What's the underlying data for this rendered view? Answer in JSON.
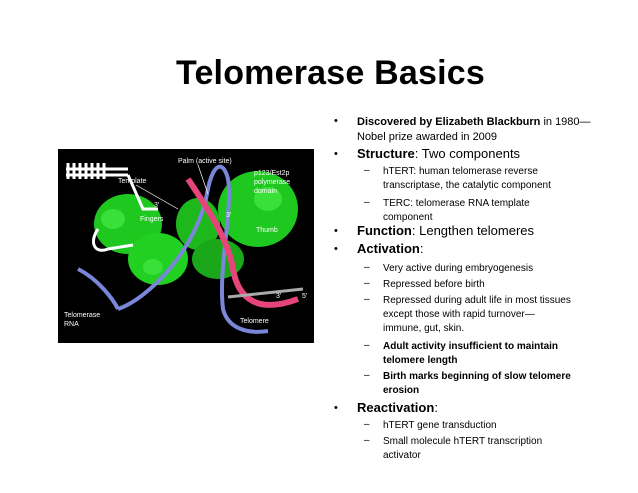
{
  "title": "Telomerase Basics",
  "figure": {
    "palm_label": "Palm (active site)",
    "template_label": "Template",
    "p123_line1": "p123/Est2p",
    "p123_line2": "polymerase",
    "p123_line3": "domain",
    "fingers_label": "Fingers",
    "thumb_label": "Thumb",
    "three_prime_a": "3'",
    "three_prime_b": "3'",
    "three_prime_c": "3'",
    "five_prime": "5'",
    "rna_line1": "Telomerase",
    "rna_line2": "RNA",
    "telomere_label": "Telomere"
  },
  "bullets": {
    "discovered_bold": "Discovered by Elizabeth Blackburn",
    "discovered_rest": " in 1980—",
    "discovered_line2": "Nobel prize awarded in 2009",
    "structure_bold": "Structure",
    "structure_rest": ":  Two components",
    "htert_line1": "hTERT: human telomerase reverse",
    "htert_line2": "transcriptase, the catalytic component",
    "terc_line1": "TERC:  telomerase RNA template",
    "terc_line2": "component",
    "function_bold": "Function",
    "function_rest": ": Lengthen telomeres",
    "activation_bold": "Activation",
    "activation_rest": ":",
    "act_1": "Very active during embryogenesis",
    "act_2": "Repressed before birth",
    "act_3_line1": "Repressed during adult life in most tissues",
    "act_3_line2": "except those with rapid turnover—",
    "act_3_line3": "immune, gut, skin.",
    "act_4_line1": "Adult activity insufficient to maintain",
    "act_4_line2": "telomere length",
    "act_5_line1": "Birth marks beginning of slow telomere",
    "act_5_line2": "erosion",
    "reactivation_bold": "Reactivation",
    "reactivation_rest": ":",
    "react_1": "hTERT gene transduction",
    "react_2_line1": "Small molecule hTERT transcription",
    "react_2_line2": "activator",
    "bullet_char": "•",
    "dash_char": "–"
  }
}
